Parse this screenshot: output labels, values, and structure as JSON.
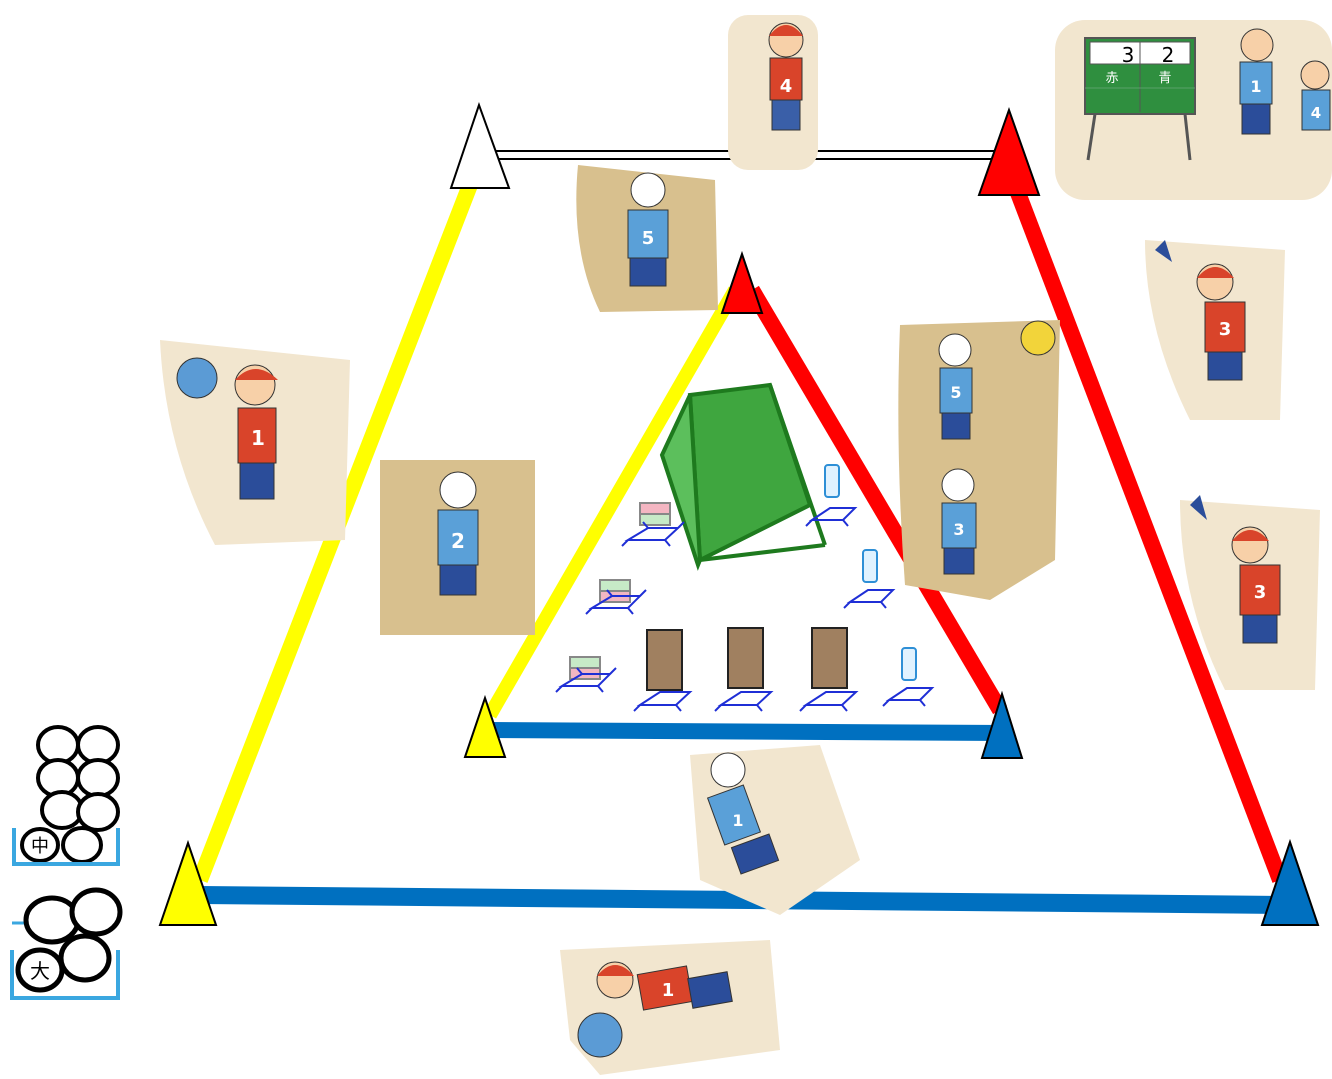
{
  "scoreboard": {
    "red_score": "3",
    "blue_score": "2",
    "red_team": "赤",
    "blue_team": "青"
  },
  "players": [
    {
      "id": "red-4-top",
      "team": "red",
      "number": "4"
    },
    {
      "id": "blue-1-scoreboard",
      "team": "blue",
      "number": "1"
    },
    {
      "id": "blue-4-scoreboard",
      "team": "blue",
      "number": "4"
    },
    {
      "id": "blue-5-top",
      "team": "blue",
      "number": "5"
    },
    {
      "id": "red-1-left",
      "team": "red",
      "number": "1"
    },
    {
      "id": "blue-2-left",
      "team": "blue",
      "number": "2"
    },
    {
      "id": "blue-5-right",
      "team": "blue",
      "number": "5"
    },
    {
      "id": "blue-3-right",
      "team": "blue",
      "number": "3"
    },
    {
      "id": "red-3-flag-top",
      "team": "red",
      "number": "3"
    },
    {
      "id": "red-3-flag-bottom",
      "team": "red",
      "number": "3"
    },
    {
      "id": "blue-1-bottom",
      "team": "blue",
      "number": "1"
    },
    {
      "id": "red-1-bottom",
      "team": "red",
      "number": "1"
    }
  ],
  "ball_sizes": {
    "medium_label": "中",
    "large_label": "大"
  },
  "colors": {
    "yellow": "#ffff00",
    "red": "#ff0000",
    "blue": "#0070c0",
    "green_goal": "#3fa63f",
    "target_stand": "#1f2fd6",
    "bracket": "#3aa7e0"
  },
  "icons": {
    "corner_marker": "triangle-cone-icon",
    "goal": "goal-net-icon",
    "target_bottle": "plastic-bottle-icon",
    "target_box": "stacked-box-icon",
    "target_milk_carton": "milk-carton-face-icon"
  }
}
